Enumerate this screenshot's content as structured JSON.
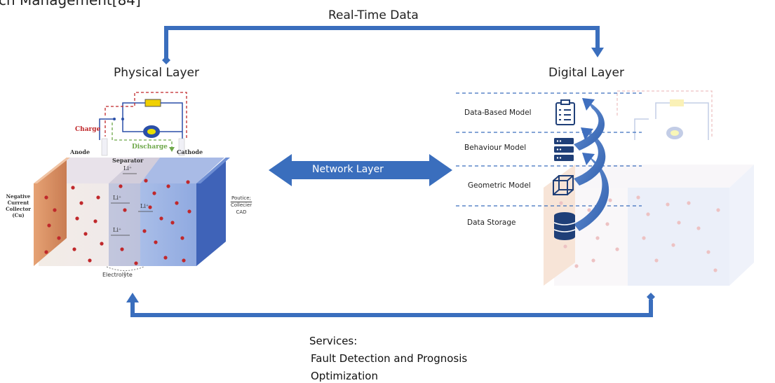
{
  "cropped_heading": "ch Management[84]",
  "realtime_label": "Real-Time Data",
  "physical_layer_title": "Physical Layer",
  "digital_layer_title": "Digital Layer",
  "network_label": "Network Layer",
  "battery": {
    "charge": "Charge",
    "discharge": "Discharge",
    "anode": "Anode",
    "separator": "Separator",
    "cathode": "Cathode",
    "li_ion": "Li⁺",
    "negative_collector": [
      "Negative",
      "Current",
      "Collector",
      "(Cu)"
    ],
    "positive_collector": [
      "Poutice;",
      "Collecier",
      "CAD"
    ],
    "electrolyte": "Electrolyte"
  },
  "digital_models": [
    {
      "label": "Data-Based Model",
      "icon": "clipboard-icon"
    },
    {
      "label": "Behaviour Model",
      "icon": "server-icon"
    },
    {
      "label": "Geometric Model",
      "icon": "cube-icon"
    },
    {
      "label": "Data Storage",
      "icon": "database-icon"
    }
  ],
  "services": {
    "title": "Services:",
    "items": [
      "Fault Detection and Prognosis",
      "Optimization"
    ]
  },
  "colors": {
    "arrow_blue": "#3a6ebd",
    "collector_orange": "#d98b5f",
    "cathode_blue": "#3f63b8",
    "ion_red": "#c0282b",
    "charge_red": "#c0282b",
    "discharge_green": "#6ea84a"
  }
}
